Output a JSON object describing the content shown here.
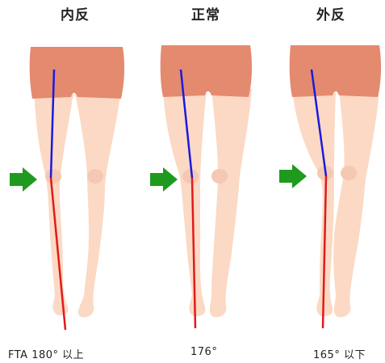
{
  "panels": [
    {
      "title": "内反",
      "caption": "FTA 180° 以上"
    },
    {
      "title": "正常",
      "caption": "176°"
    },
    {
      "title": "外反",
      "caption": "165° 以下"
    }
  ],
  "colors": {
    "shorts": "#e48a6f",
    "skin": "#fbd9c4",
    "skin_shadow": "#efbea6",
    "femur_line": "#1a1ae0",
    "tibia_line": "#e01b1b",
    "arrow": "#1f9a1f"
  },
  "icons": {
    "arrow": "right-arrow-icon"
  }
}
